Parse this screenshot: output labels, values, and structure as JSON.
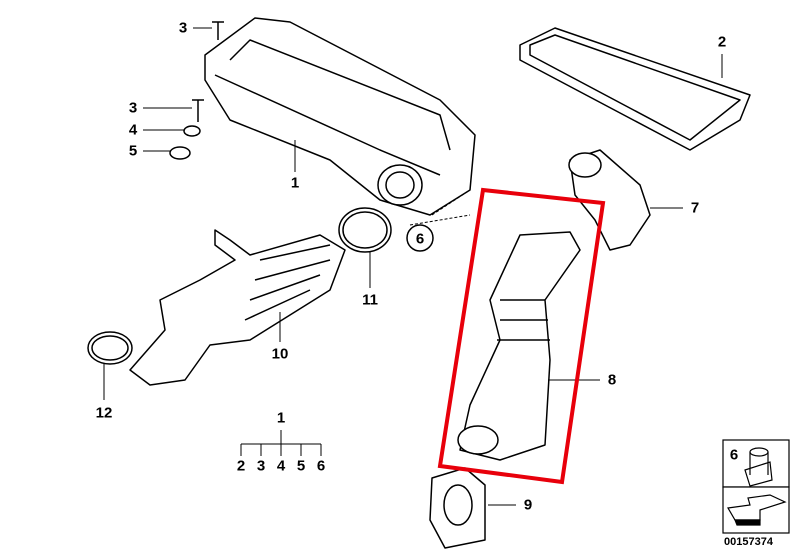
{
  "diagram": {
    "callouts": [
      "3",
      "2",
      "3",
      "4",
      "5",
      "1",
      "7",
      "6",
      "11",
      "10",
      "8",
      "12",
      "1",
      "9"
    ],
    "tree": {
      "parent": "1",
      "children": [
        "2",
        "3",
        "4",
        "5",
        "6"
      ]
    },
    "legend": {
      "number": "6",
      "code": "00157374"
    },
    "highlight_color": "#e8000b"
  }
}
